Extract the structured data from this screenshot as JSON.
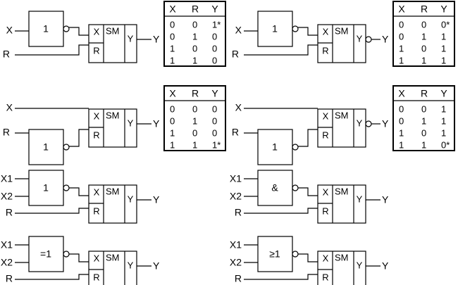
{
  "blocks": [
    {
      "inputs": [
        "X",
        "R"
      ],
      "gate": "1",
      "gate_inputs": [
        "X"
      ],
      "gate_target": "X",
      "ff": {
        "in_x": "X",
        "in_r": "R",
        "name": "SM",
        "out": "Y"
      },
      "output_label": "Y",
      "output_inverted": false,
      "truth_table": {
        "headers": [
          "X",
          "R",
          "Y"
        ],
        "rows": [
          [
            "0",
            "0",
            "1*"
          ],
          [
            "0",
            "1",
            "0"
          ],
          [
            "1",
            "0",
            "0"
          ],
          [
            "1",
            "1",
            "0"
          ]
        ]
      }
    },
    {
      "inputs": [
        "X",
        "R"
      ],
      "gate": "1",
      "gate_inputs": [
        "X"
      ],
      "gate_target": "X",
      "ff": {
        "in_x": "X",
        "in_r": "R",
        "name": "SM",
        "out": "Y"
      },
      "output_label": "Y",
      "output_inverted": true,
      "truth_table": {
        "headers": [
          "X",
          "R",
          "Y"
        ],
        "rows": [
          [
            "0",
            "0",
            "0*"
          ],
          [
            "0",
            "1",
            "1"
          ],
          [
            "1",
            "0",
            "1"
          ],
          [
            "1",
            "1",
            "1"
          ]
        ]
      }
    },
    {
      "inputs": [
        "X",
        "R"
      ],
      "gate": "1",
      "gate_inputs": [
        "R"
      ],
      "gate_target": "R",
      "ff": {
        "in_x": "X",
        "in_r": "R",
        "name": "SM",
        "out": "Y"
      },
      "output_label": "Y",
      "output_inverted": false,
      "truth_table": {
        "headers": [
          "X",
          "R",
          "Y"
        ],
        "rows": [
          [
            "0",
            "0",
            "0"
          ],
          [
            "0",
            "1",
            "0"
          ],
          [
            "1",
            "0",
            "0"
          ],
          [
            "1",
            "1",
            "1*"
          ]
        ]
      }
    },
    {
      "inputs": [
        "X",
        "R"
      ],
      "gate": "1",
      "gate_inputs": [
        "R"
      ],
      "gate_target": "R",
      "ff": {
        "in_x": "X",
        "in_r": "R",
        "name": "SM",
        "out": "Y"
      },
      "output_label": "Y",
      "output_inverted": true,
      "truth_table": {
        "headers": [
          "X",
          "R",
          "Y"
        ],
        "rows": [
          [
            "0",
            "0",
            "1"
          ],
          [
            "0",
            "1",
            "1"
          ],
          [
            "1",
            "0",
            "1"
          ],
          [
            "1",
            "1",
            "0*"
          ]
        ]
      }
    },
    {
      "inputs": [
        "X1",
        "X2",
        "R"
      ],
      "gate": "1",
      "gate_inputs": [
        "X1",
        "X2"
      ],
      "gate_target": "X",
      "ff": {
        "in_x": "X",
        "in_r": "R",
        "name": "SM",
        "out": "Y"
      },
      "output_label": "Y",
      "output_inverted": false
    },
    {
      "inputs": [
        "X1",
        "X2",
        "R"
      ],
      "gate": "&",
      "gate_inputs": [
        "X1",
        "X2"
      ],
      "gate_target": "X",
      "ff": {
        "in_x": "X",
        "in_r": "R",
        "name": "SM",
        "out": "Y"
      },
      "output_label": "Y",
      "output_inverted": false
    },
    {
      "inputs": [
        "X1",
        "X2",
        "R"
      ],
      "gate": "=1",
      "gate_inputs": [
        "X1",
        "X2"
      ],
      "gate_target": "X",
      "ff": {
        "in_x": "X",
        "in_r": "R",
        "name": "SM",
        "out": "Y"
      },
      "output_label": "Y",
      "output_inverted": false
    },
    {
      "inputs": [
        "X1",
        "X2",
        "R"
      ],
      "gate": "≥1",
      "gate_inputs": [
        "X1",
        "X2"
      ],
      "gate_target": "X",
      "ff": {
        "in_x": "X",
        "in_r": "R",
        "name": "SM",
        "out": "Y"
      },
      "output_label": "Y",
      "output_inverted": false
    }
  ]
}
